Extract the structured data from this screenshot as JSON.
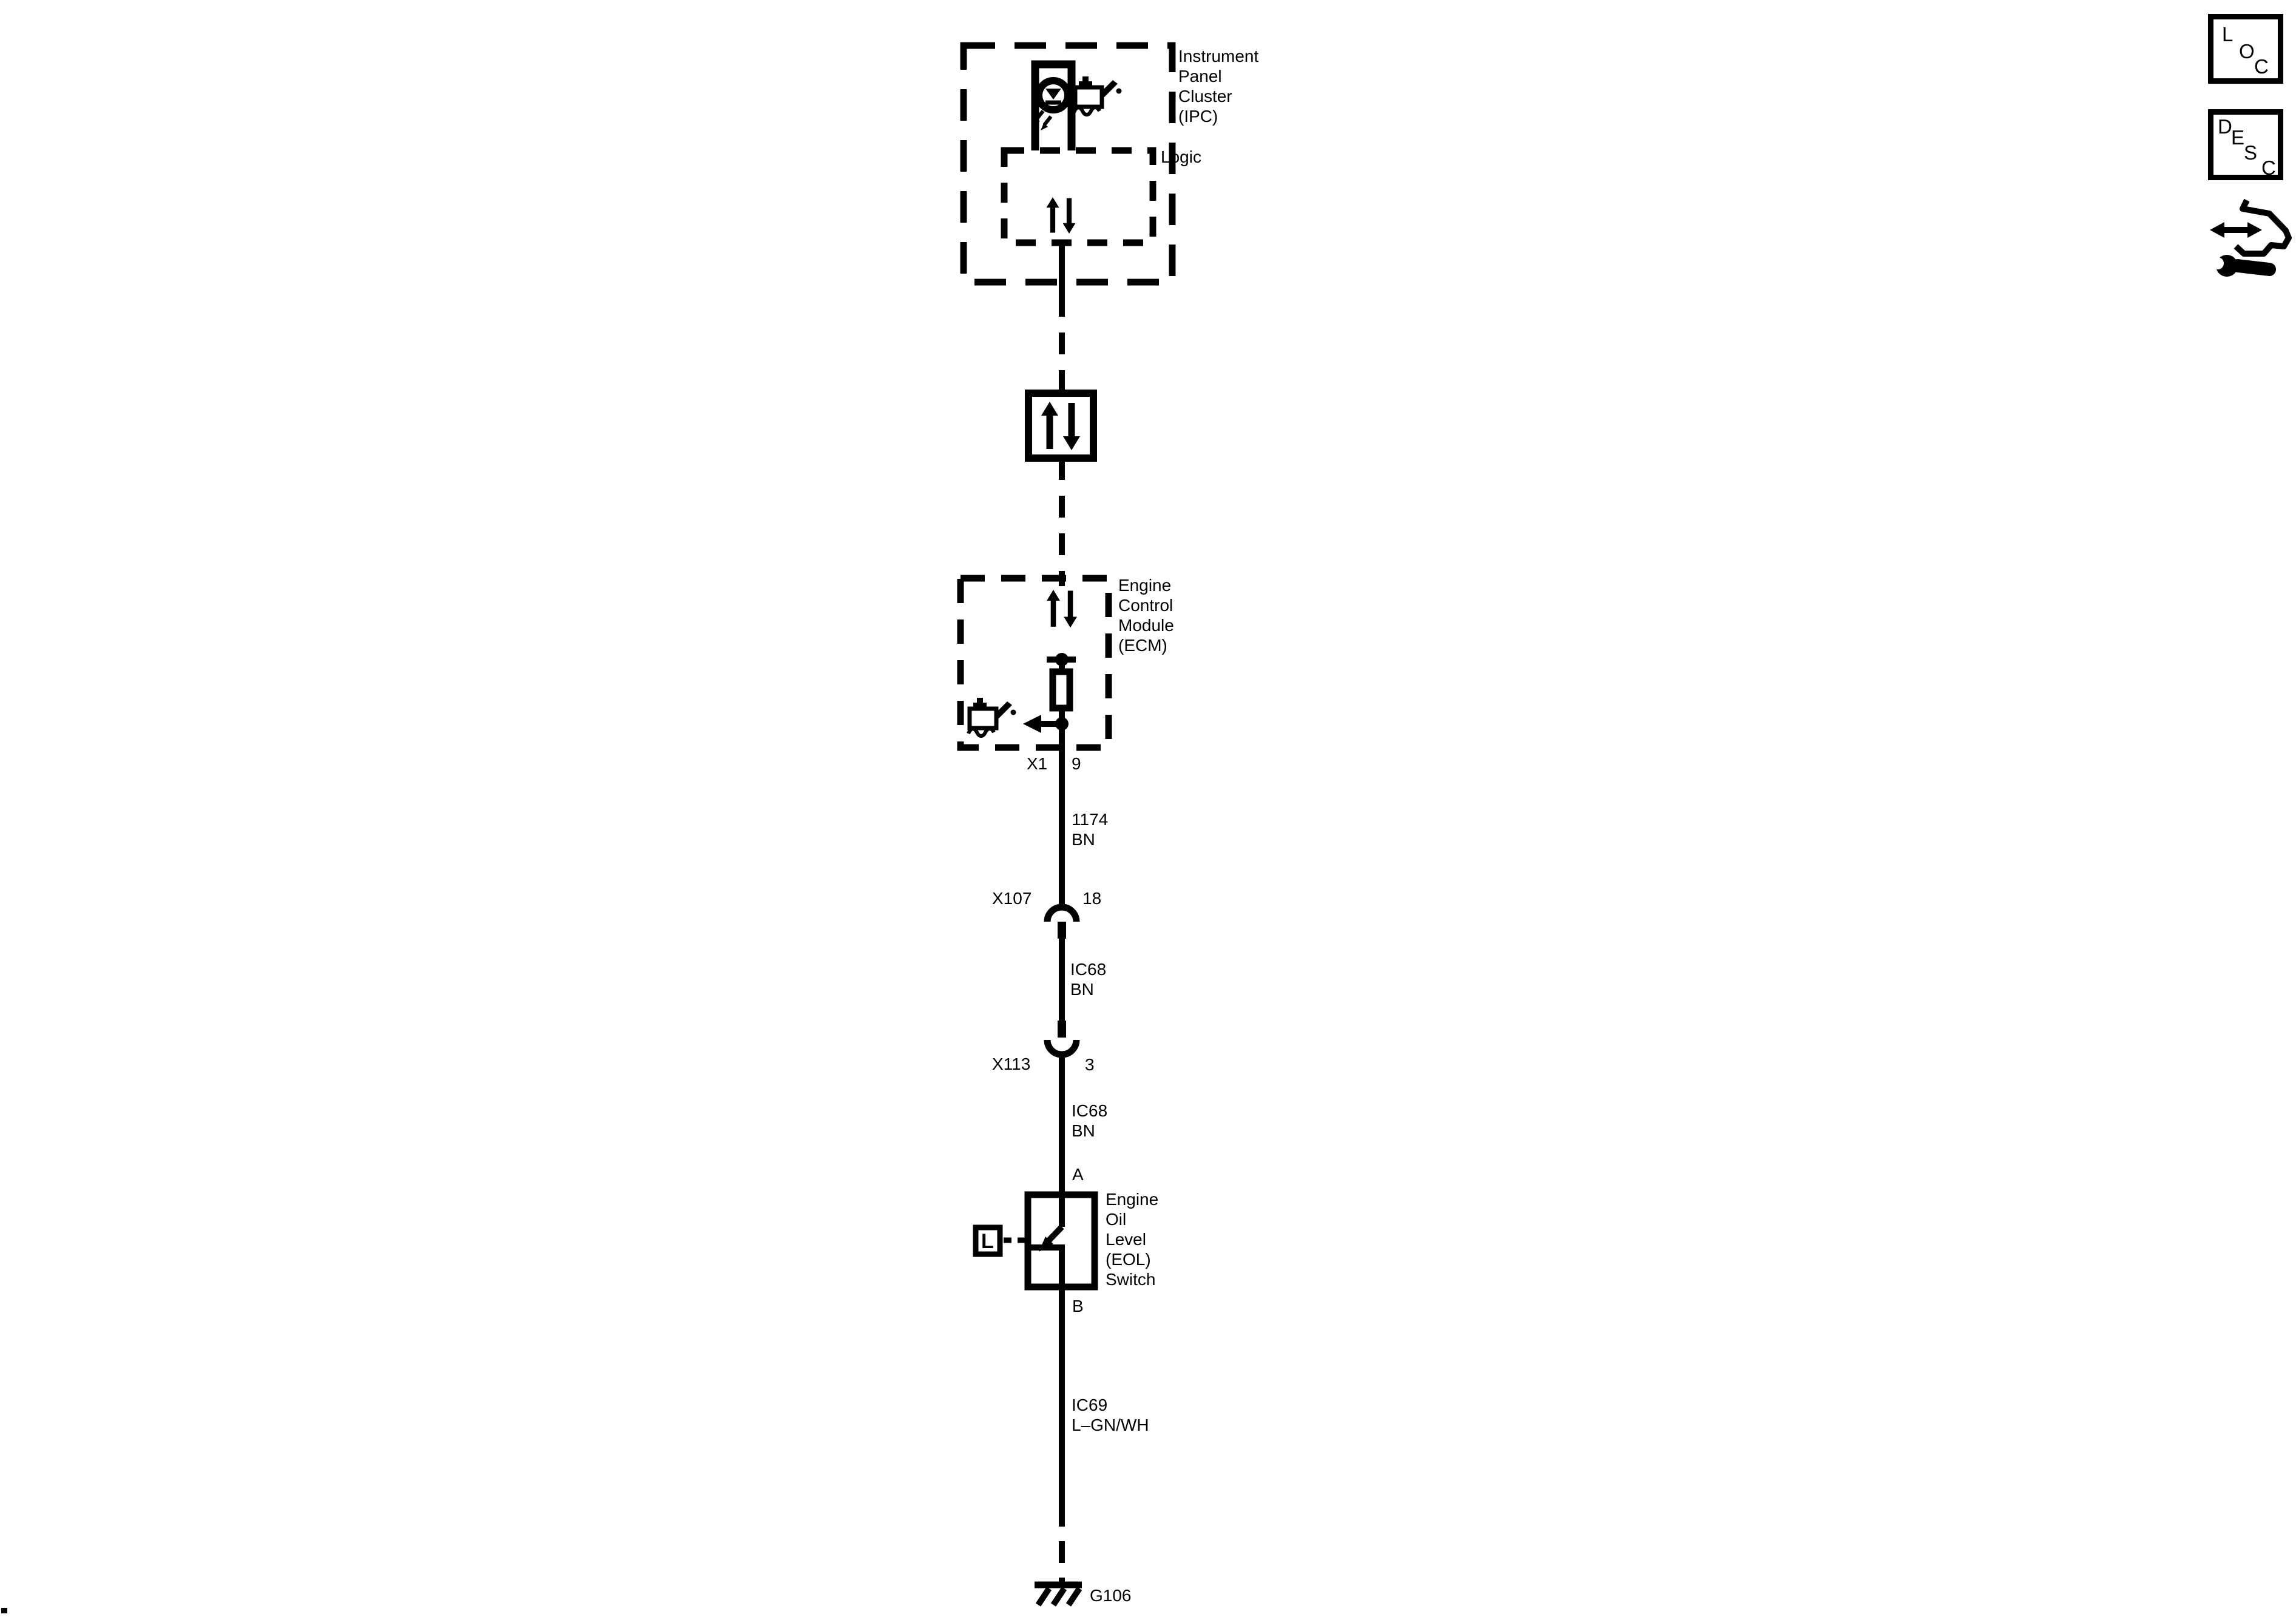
{
  "ipc": {
    "title_lines": [
      "Instrument",
      "Panel",
      "Cluster",
      "(IPC)"
    ],
    "logic_label": "Logic"
  },
  "ecm": {
    "title_lines": [
      "Engine",
      "Control",
      "Module",
      "(ECM)"
    ],
    "connector": "X1",
    "pin": "9"
  },
  "wires": {
    "w1174": {
      "circuit": "1174",
      "color": "BN"
    },
    "ic68_upper": {
      "circuit": "IC68",
      "color": "BN"
    },
    "ic68_lower": {
      "circuit": "IC68",
      "color": "BN"
    },
    "ic69": {
      "circuit": "IC69",
      "color": "L–GN/WH"
    }
  },
  "connectors": {
    "x107": {
      "name": "X107",
      "pin": "18"
    },
    "x113": {
      "name": "X113",
      "pin": "3"
    }
  },
  "eol_switch": {
    "title_lines": [
      "Engine",
      "Oil",
      "Level",
      "(EOL)",
      "Switch"
    ],
    "terminal_top": "A",
    "terminal_bottom": "B",
    "level_letter": "L"
  },
  "ground": {
    "name": "G106"
  },
  "toolbar": {
    "loc_letters": [
      "L",
      "O",
      "C"
    ],
    "desc_letters": [
      "D",
      "E",
      "S",
      "C"
    ]
  },
  "colors": {
    "line": "#000000",
    "background": "#ffffff"
  }
}
